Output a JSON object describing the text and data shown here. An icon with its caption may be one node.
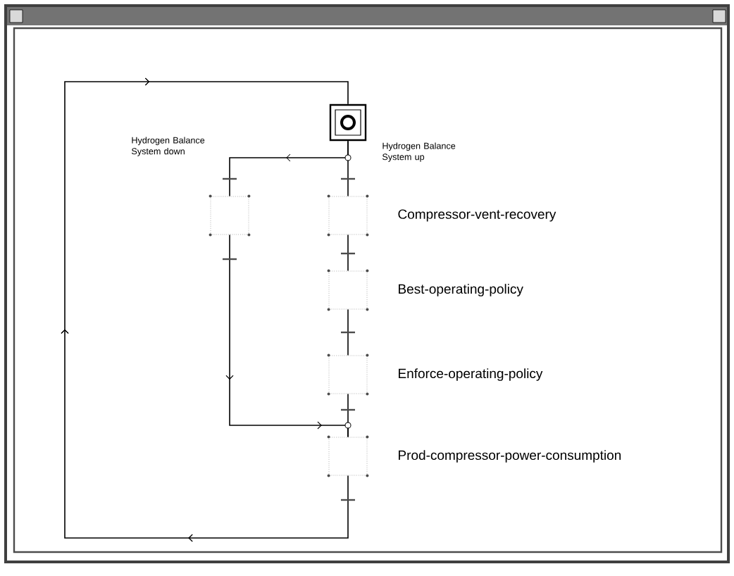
{
  "diagram": {
    "nodes": [
      {
        "text": [],
        "shape": "box"
      },
      {
        "text": [],
        "shape": "box"
      },
      {
        "text": [
          "Compressor-vent-recovery"
        ]
      },
      {
        "text": [
          "Best-operating-policy"
        ]
      },
      {
        "text": [
          "Enforce-operating-policy"
        ]
      },
      {
        "text": [
          "Prod-compressor-power-consumption"
        ]
      }
    ],
    "edges": [
      {
        "from": 0,
        "to": 2,
        "arrow": "none"
      },
      {
        "from": 0,
        "to": 1,
        "arrow": "to"
      },
      {
        "from": 2,
        "to": 3,
        "arrow": "none"
      },
      {
        "from": 3,
        "to": 4,
        "arrow": "none"
      },
      {
        "from": 1,
        "to": 5,
        "arrow": "to"
      },
      {
        "from": 4,
        "to": 5,
        "arrow": "none"
      },
      {
        "from": 5,
        "to": 0,
        "arrow": "to"
      }
    ],
    "labels": [
      "Hydrogen Balance System down",
      "Hydrogen Balance System up"
    ]
  }
}
